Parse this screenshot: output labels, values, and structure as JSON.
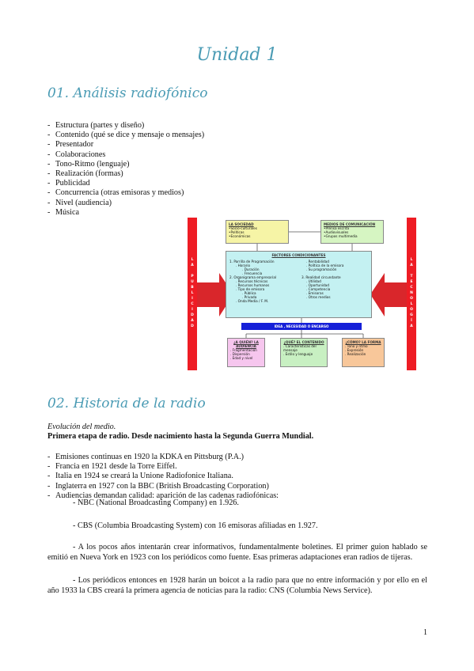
{
  "unit_title": "Unidad 1",
  "section1": {
    "title": "01. Análisis radiofónico",
    "items": [
      "Estructura (partes y diseño)",
      "Contenido (qué se dice y mensaje o mensajes)",
      "Presentador",
      "Colaboraciones",
      "Tono-Ritmo (lenguaje)",
      "Realización (formas)",
      "Publicidad",
      "Concurrencia (otras emisoras y medios)",
      "Nivel (audiencia)",
      "Música"
    ]
  },
  "diagram": {
    "left_bar": [
      "L",
      "A",
      "",
      "P",
      "U",
      "B",
      "L",
      "I",
      "C",
      "I",
      "D",
      "A",
      "D"
    ],
    "right_bar": [
      "L",
      "A",
      "",
      "T",
      "E",
      "C",
      "N",
      "O",
      "L",
      "O",
      "G",
      "Í",
      "A"
    ],
    "sociedad": {
      "title": "LA SOCIEDAD",
      "items": [
        "•Socio-culturales",
        "•Políticas",
        "•Económicas"
      ]
    },
    "medios": {
      "title": "MEDIOS DE COMUNICACIÓN",
      "items": [
        "•Prensa escrita",
        "•Audiovisuales",
        "•Grupos multimedia"
      ]
    },
    "factores": {
      "title": "FACTORES CONDICIONANTES",
      "left": [
        "1. Parrilla de Programación",
        ". Horario",
        ". Duración",
        ". Frecuencia",
        "2. Organigrama empresarial",
        ". Recursos técnicos",
        ". Recursos humanos",
        ". Tipo de emisora",
        ". Pública",
        ". Privada",
        ". Onda Media / F. M."
      ],
      "right": [
        ". Rentabilidad",
        ". Política de la emisora",
        ". Su programación",
        "",
        "3. Realidad circundante",
        ". Utilidad",
        ". Oportunidad",
        ". Competencia",
        ". Emisoras",
        ". Otros medios"
      ]
    },
    "idea": "IDEA , NECESIDAD O ENCARGO",
    "quien": {
      "title": "¿A QUIÉN? LA AUDIENCIA",
      "items": [
        ". Fragmentación",
        ". Dispersión",
        ". Edad y nivel"
      ]
    },
    "que": {
      "title": "¿QUÉ? EL CONTENIDO",
      "items": [
        ". Características del mensaje",
        ". Estilo y lenguaje"
      ]
    },
    "como": {
      "title": "¿CÓMO? LA FORMA",
      "items": [
        ". Tono y ritmo",
        ". Expresión",
        ". Realización"
      ]
    }
  },
  "section2": {
    "title": "02. Historia de la radio",
    "evolution": "Evolución del medio.",
    "stage": "Primera etapa de radio. Desde nacimiento hasta la Segunda Guerra Mundial.",
    "items": [
      "Emisiones continuas en 1920 la KDKA en Pittsburg (P.A.)",
      "Francia en 1921 desde la Torre Eiffel.",
      "Italia en 1924 se creará la Unione Radiofonice Italiana.",
      "Inglaterra en 1927 con la BBC (British Broadcasting Corporation)",
      "Audiencias demandan calidad: aparición de las cadenas radiofónicas:"
    ],
    "nbc": "- NBC (National Broadcasting Company) en 1.926.",
    "cbs": "- CBS (Columbia Broadcasting System) con 16 emisoras afiliadas en 1.927.",
    "para1": "- A los pocos años intentarán crear informativos, fundamentalmente boletines. El primer guion hablado se emitió en Nueva York en 1923 con los periódicos como fuente. Esas primeras adaptaciones eran radios de tijeras.",
    "para2": "- Los periódicos entonces en 1928 harán un boicot a la radio para que no entre información y por ello en el año 1933 la CBS creará la primera agencia de noticias para la radio: CNS (Columbia News Service)."
  },
  "page_number": "1"
}
